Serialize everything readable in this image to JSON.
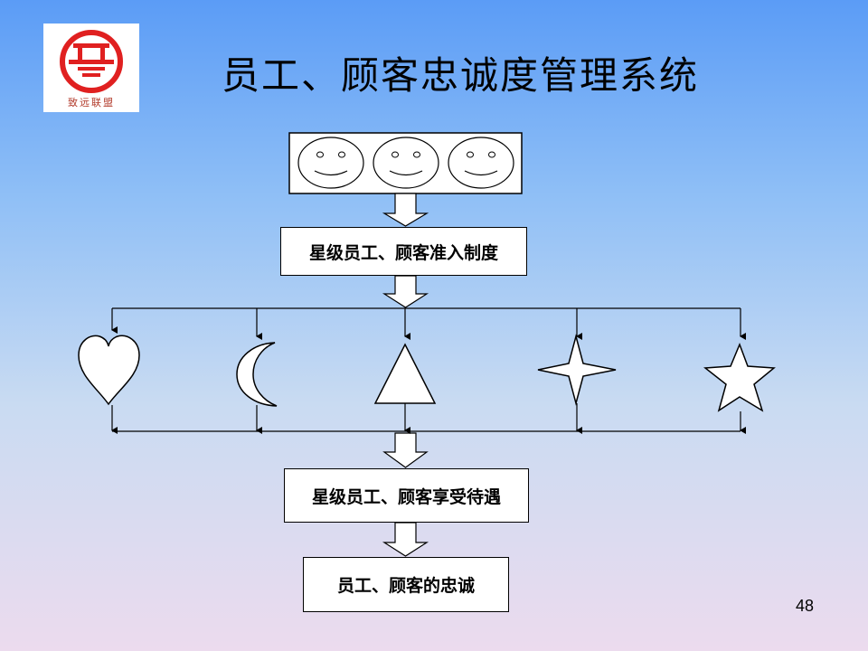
{
  "title": "员工、顾客忠诚度管理系统",
  "logo": {
    "text": "致远联盟",
    "color": "#e02020"
  },
  "steps": {
    "admission": "星级员工、顾客准入制度",
    "benefits": "星级员工、顾客享受待遇",
    "loyalty": "员工、顾客的忠诚"
  },
  "faces": [
    "smiley-face",
    "smiley-face",
    "smiley-face"
  ],
  "shapes": [
    "heart",
    "crescent-moon",
    "triangle",
    "four-point-star",
    "five-point-star"
  ],
  "page_number": "48"
}
